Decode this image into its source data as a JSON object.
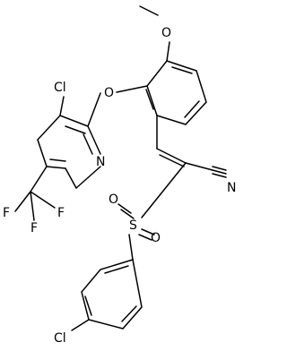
{
  "molecule": {
    "atoms": {
      "cl_pyridine": "Cl",
      "o_ether": "O",
      "o_methoxy": "O",
      "n_pyridine": "N",
      "n_nitrile": "N",
      "f_1": "F",
      "f_2": "F",
      "f_3": "F",
      "s": "S",
      "o_sulfonyl_1": "O",
      "o_sulfonyl_2": "O",
      "cl_phenyl": "Cl"
    }
  }
}
